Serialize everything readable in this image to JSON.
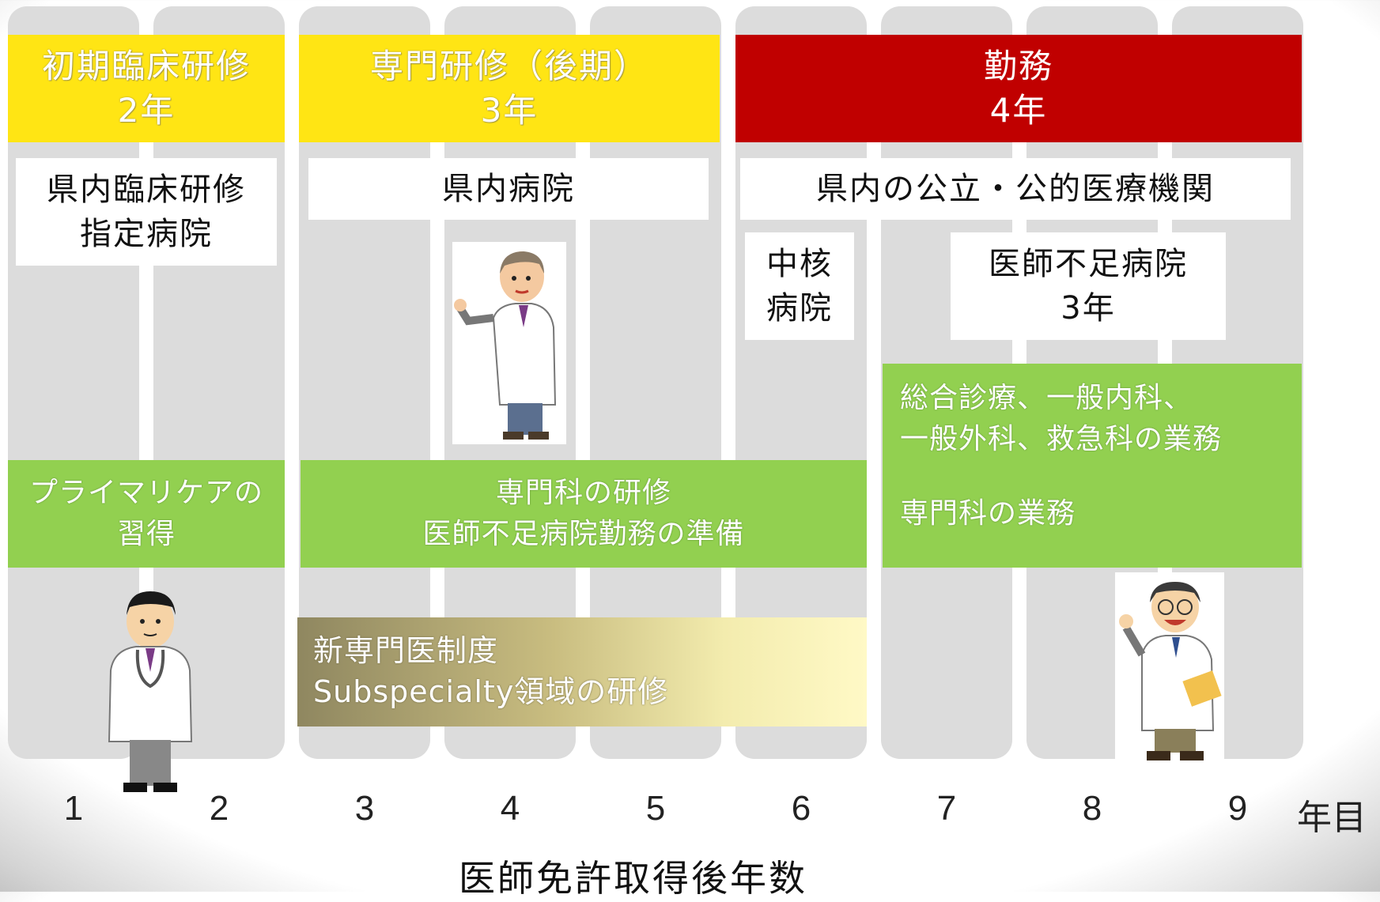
{
  "phases": {
    "initial": {
      "line1": "初期臨床研修",
      "line2": "2年",
      "color": "#ffe514"
    },
    "specialty": {
      "line1": "専門研修（後期）",
      "line2": "3年",
      "color": "#ffe514"
    },
    "work": {
      "line1": "勤務",
      "line2": "4年",
      "color": "#c00000"
    }
  },
  "places": {
    "initial_line1": "県内臨床研修",
    "initial_line2": "指定病院",
    "specialty": "県内病院",
    "work": "県内の公立・公的医療機関",
    "core_line1": "中核",
    "core_line2": "病院",
    "shortage_line1": "医師不足病院",
    "shortage_line2": "3年"
  },
  "activities": {
    "primary_line1": "プライマリケアの",
    "primary_line2": "習得",
    "specialty_line1": "専門科の研修",
    "specialty_line2": "医師不足病院勤務の準備",
    "work_line1": "総合診療、一般内科、",
    "work_line2": "一般外科、救急科の業務",
    "work_line3": "専門科の業務",
    "green_color": "#92d050"
  },
  "new_system": {
    "line1": "新専門医制度",
    "line2": "Subspecialty領域の研修"
  },
  "axis": {
    "ticks": [
      "1",
      "2",
      "3",
      "4",
      "5",
      "6",
      "7",
      "8",
      "9"
    ],
    "unit": "年目",
    "label": "医師免許取得後年数"
  }
}
